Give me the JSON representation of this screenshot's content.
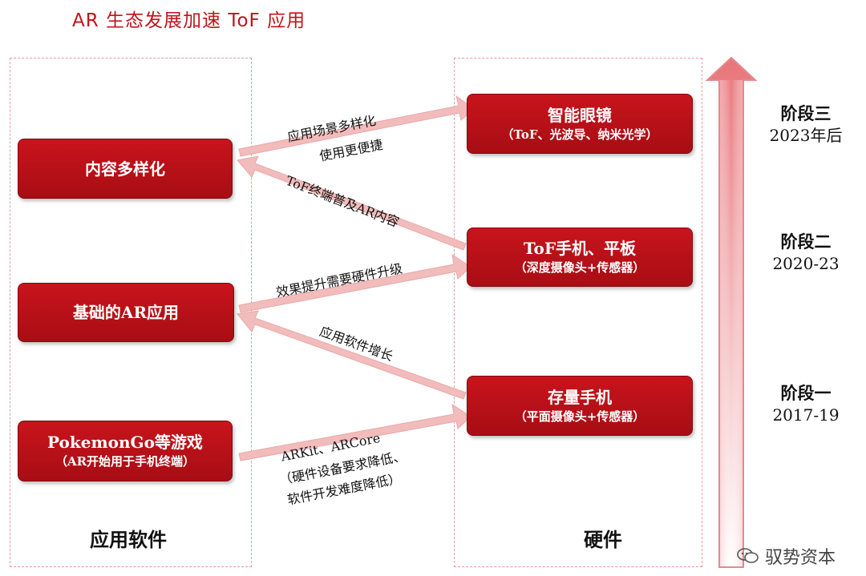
{
  "title": "AR 生态发展加速 ToF 应用",
  "software_panel_label": "应用软件",
  "hardware_panel_label": "硬件",
  "software_boxes": [
    {
      "main": "内容多样化",
      "sub": ""
    },
    {
      "main": "基础的AR应用",
      "sub": ""
    },
    {
      "main": "PokemonGo等游戏",
      "sub": "（AR开始用于手机终端）"
    }
  ],
  "hardware_boxes": [
    {
      "main": "智能眼镜",
      "sub": "（ToF、光波导、纳米光学）"
    },
    {
      "main": "ToF手机、平板",
      "sub": "（深度摄像头+传感器）"
    },
    {
      "main": "存量手机",
      "sub": "（平面摄像头+传感器）"
    }
  ],
  "arrow_labels": {
    "content_to_glasses_top": "应用场景多样化",
    "content_to_glasses_bottom": "使用更便捷",
    "tof_to_content": "ToF终端普及AR内容",
    "basic_to_tof": "效果提升需要硬件升级",
    "phone_to_basic": "应用软件增长",
    "game_to_phone_1": "ARKit、ARCore",
    "game_to_phone_2": "（硬件设备要求降低、",
    "game_to_phone_3": "软件开发难度降低）"
  },
  "stages": [
    {
      "name": "阶段三",
      "years": "2023年后"
    },
    {
      "name": "阶段二",
      "years": "2020-23"
    },
    {
      "name": "阶段一",
      "years": "2017-19"
    }
  ],
  "watermark": "驭势资本",
  "colors": {
    "accent_red": "#c0141c",
    "box_red": "#b81018",
    "arrow_pink": "#f2bcbc",
    "panel_border": "#e59a9a"
  }
}
